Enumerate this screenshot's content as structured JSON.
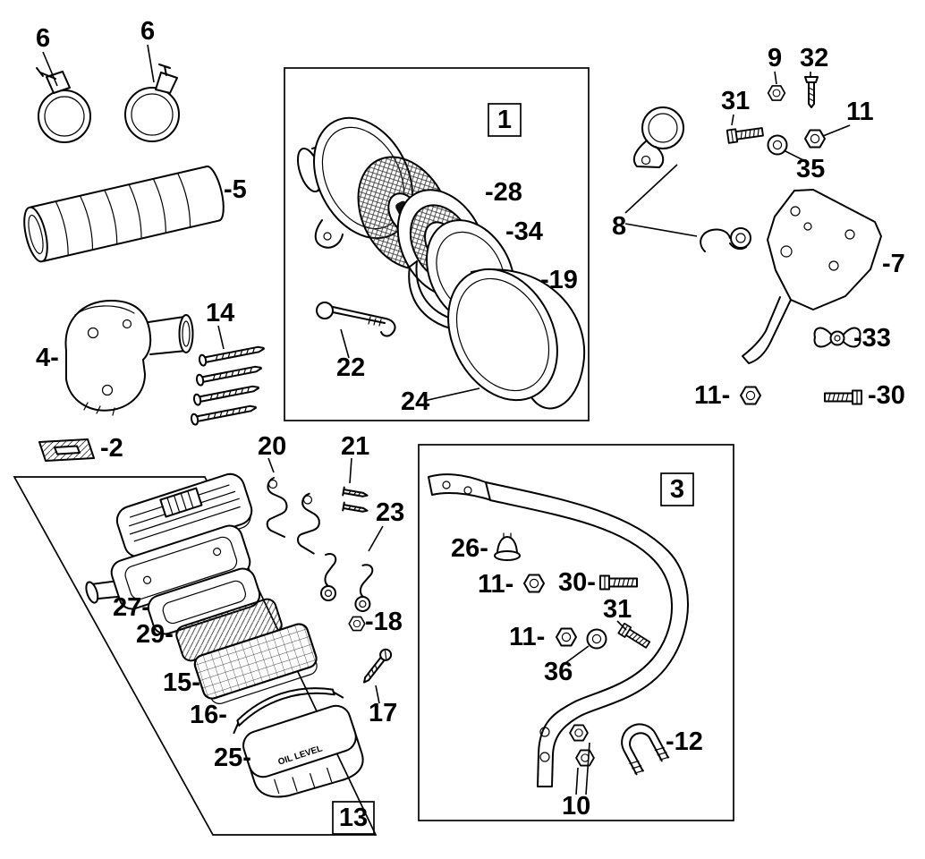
{
  "figure": {
    "type": "exploded-parts-diagram",
    "subject": "Air cleaner assembly exploded parts diagram",
    "background": "#ffffff",
    "line_color": "#000000"
  },
  "labels": {
    "l6a": "6",
    "l6b": "6",
    "l5": "-5",
    "l4": "4-",
    "l14": "14",
    "box1": "1",
    "l28": "-28",
    "l34": "-34",
    "l19": "-19",
    "l22": "22",
    "l24": "24",
    "l9": "9",
    "l32": "32",
    "l31a": "31",
    "l11a": "11",
    "l35": "35",
    "l8": "8",
    "l7": "-7",
    "l33": "-33",
    "l11b": "11-",
    "l30a": "-30",
    "l2": "-2",
    "l20": "20",
    "l21": "21",
    "l23": "23",
    "l18": "-18",
    "l17": "17",
    "l27": "27-",
    "l29": "29-",
    "l15": "15-",
    "l16": "16-",
    "l25": "25-",
    "box13": "13",
    "box3": "3",
    "l26": "26-",
    "l11c": "11-",
    "l30b": "30-",
    "l31b": "31",
    "l11d": "11-",
    "l36": "36",
    "l12": "-12",
    "l10": "10",
    "oil": "OIL LEVEL"
  }
}
